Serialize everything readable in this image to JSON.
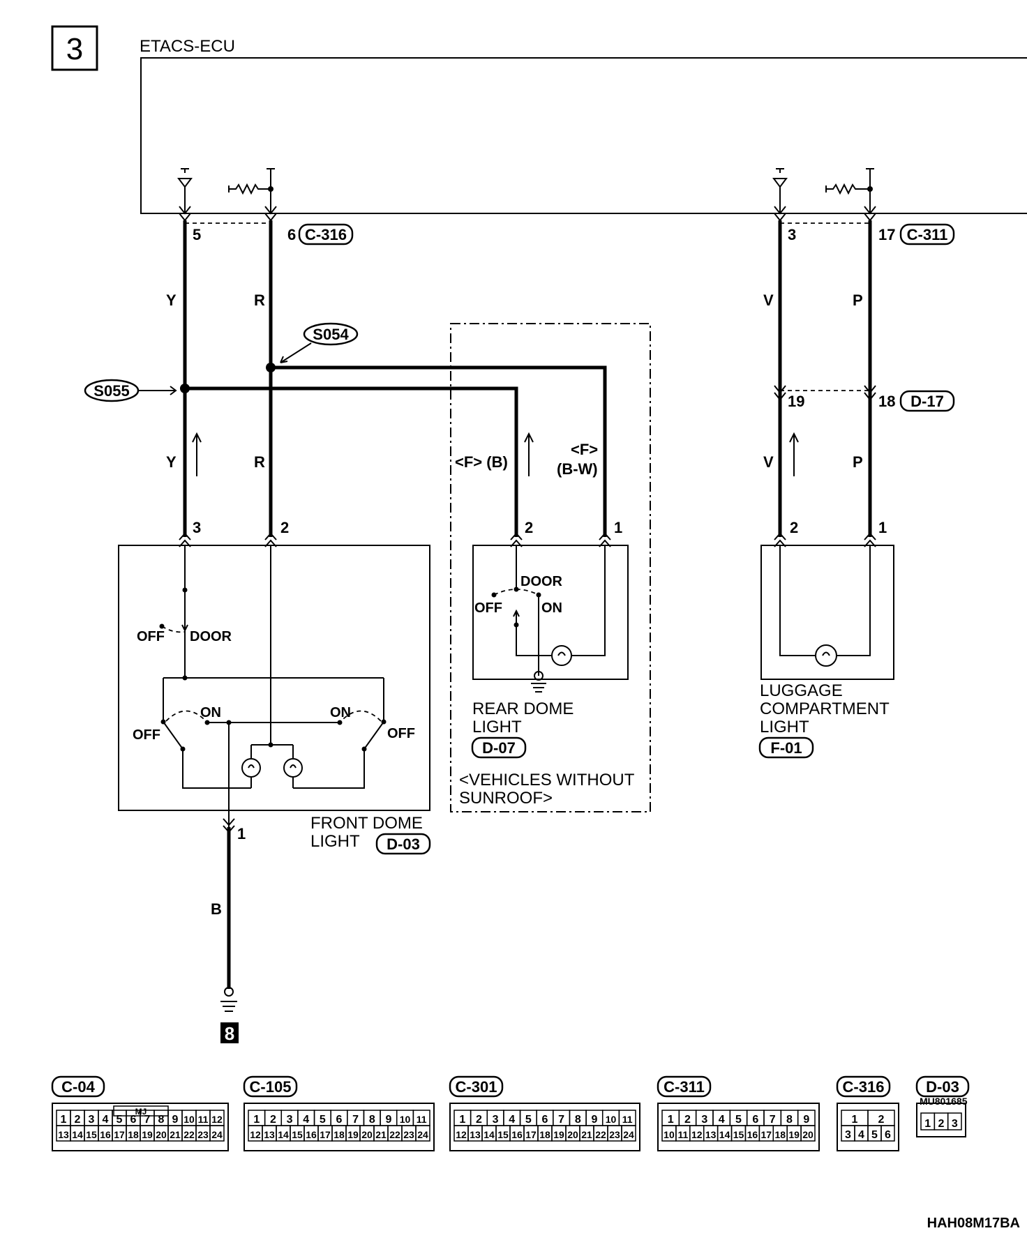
{
  "page_number": "3",
  "ecu": {
    "label": "ETACS-ECU"
  },
  "connectors": {
    "c316": "C-316",
    "c311": "C-311",
    "d17": "D-17",
    "d03": "D-03",
    "d07": "D-07",
    "f01": "F-01"
  },
  "pins": {
    "p5": "5",
    "p6": "6",
    "p3_ecu": "3",
    "p17": "17",
    "p19": "19",
    "p18": "18",
    "front_3": "3",
    "front_2": "2",
    "front_1": "1",
    "rear_2": "2",
    "rear_1": "1",
    "lug_2": "2",
    "lug_1": "1"
  },
  "wires": {
    "y_top": "Y",
    "r_top": "R",
    "v_top": "V",
    "p_top": "P",
    "y_bot": "Y",
    "r_bot": "R",
    "v_bot": "V",
    "p_bot": "P",
    "b": "B",
    "rear_left": "<F> (B)",
    "rear_right_1": "<F>",
    "rear_right_2": "(B-W)"
  },
  "splices": {
    "s054": "S054",
    "s055": "S055"
  },
  "switch_labels": {
    "off": "OFF",
    "door": "DOOR",
    "on": "ON"
  },
  "components": {
    "front_dome_1": "FRONT DOME",
    "front_dome_2": "LIGHT",
    "rear_dome_1": "REAR DOME",
    "rear_dome_2": "LIGHT",
    "vehicles_1": "<VEHICLES WITHOUT",
    "vehicles_2": "SUNROOF>",
    "luggage_1": "LUGGAGE",
    "luggage_2": "COMPARTMENT",
    "luggage_3": "LIGHT"
  },
  "ground_ref": "8",
  "connector_views": [
    {
      "id": "C-04",
      "row1": [
        "1",
        "2",
        "3",
        "4",
        "5",
        "6",
        "7",
        "8",
        "9",
        "10",
        "11",
        "12"
      ],
      "row2": [
        "13",
        "14",
        "15",
        "16",
        "17",
        "18",
        "19",
        "20",
        "21",
        "22",
        "23",
        "24"
      ],
      "tag": "MJ"
    },
    {
      "id": "C-105",
      "row1": [
        "1",
        "2",
        "3",
        "4",
        "5",
        "6",
        "7",
        "8",
        "9",
        "10",
        "11"
      ],
      "row2": [
        "12",
        "13",
        "14",
        "15",
        "16",
        "17",
        "18",
        "19",
        "20",
        "21",
        "22",
        "23",
        "24"
      ]
    },
    {
      "id": "C-301",
      "row1": [
        "1",
        "2",
        "3",
        "4",
        "5",
        "6",
        "7",
        "8",
        "9",
        "10",
        "11"
      ],
      "row2": [
        "12",
        "13",
        "14",
        "15",
        "16",
        "17",
        "18",
        "19",
        "20",
        "21",
        "22",
        "23",
        "24"
      ]
    },
    {
      "id": "C-311",
      "row1": [
        "1",
        "2",
        "3",
        "4",
        "5",
        "6",
        "7",
        "8",
        "9"
      ],
      "row2": [
        "10",
        "11",
        "12",
        "13",
        "14",
        "15",
        "16",
        "17",
        "18",
        "19",
        "20"
      ]
    },
    {
      "id": "C-316",
      "row1": [
        "1",
        "2"
      ],
      "row2": [
        "3",
        "4",
        "5",
        "6"
      ]
    },
    {
      "id": "D-03",
      "row1": [
        "1",
        "2",
        "3"
      ],
      "part": "MU801685"
    }
  ],
  "figure_code": "HAH08M17BA"
}
